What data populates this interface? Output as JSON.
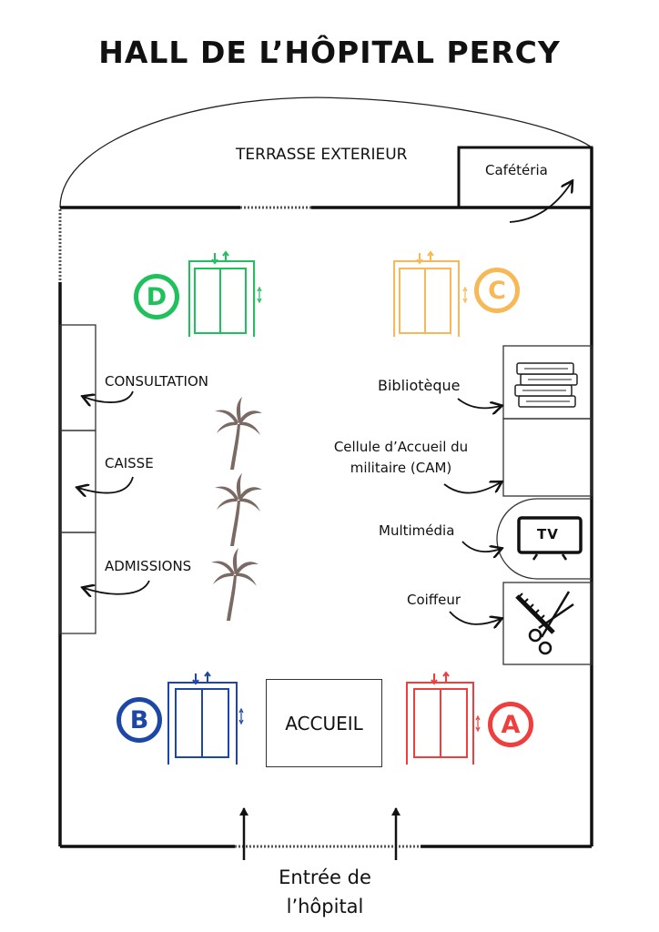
{
  "title": "HALL DE L’HÔPITAL PERCY",
  "areas": {
    "terrace": "TERRASSE EXTERIEUR",
    "cafeteria": "Cafétéria",
    "reception": "ACCUEIL",
    "entrance": [
      "Entrée de",
      "l’hôpital"
    ]
  },
  "left_services": [
    "CONSULTATION",
    "CAISSE",
    "ADMISSIONS"
  ],
  "right_services": {
    "library": "Bibliotèque",
    "cam": [
      "Cellule d’Accueil du",
      "militaire (CAM)"
    ],
    "multimedia": "Multimédia",
    "hairdresser": "Coiffeur",
    "tv": "TV"
  },
  "elevators": [
    {
      "letter": "D",
      "color": "#1ec15c"
    },
    {
      "letter": "C",
      "color": "#f7b958"
    },
    {
      "letter": "B",
      "color": "#1d47a6"
    },
    {
      "letter": "A",
      "color": "#ef3e3e"
    }
  ],
  "icons": [
    "palm-tree-icon",
    "books-icon",
    "tv-icon",
    "scissors-comb-icon",
    "elevator-icon",
    "arrow-icon"
  ]
}
